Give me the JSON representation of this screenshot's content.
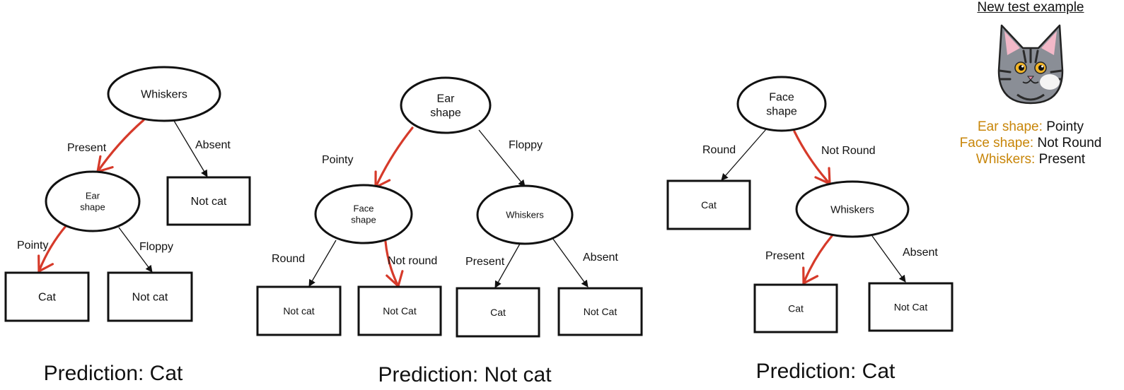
{
  "trees": [
    {
      "nodes": [
        {
          "id": "root",
          "label": [
            "Whiskers"
          ]
        },
        {
          "id": "n2",
          "label": [
            "Ear",
            "shape"
          ]
        },
        {
          "id": "leaf1",
          "label": [
            "Not cat"
          ]
        },
        {
          "id": "leaf2",
          "label": [
            "Cat"
          ]
        },
        {
          "id": "leaf3",
          "label": [
            "Not cat"
          ]
        }
      ],
      "edges": [
        {
          "from": "root",
          "to": "n2",
          "label": "Present",
          "path": true
        },
        {
          "from": "root",
          "to": "leaf1",
          "label": "Absent",
          "path": false
        },
        {
          "from": "n2",
          "to": "leaf2",
          "label": "Pointy",
          "path": true
        },
        {
          "from": "n2",
          "to": "leaf3",
          "label": "Floppy",
          "path": false
        }
      ],
      "prediction": "Prediction: Cat"
    },
    {
      "nodes": [
        {
          "id": "root",
          "label": [
            "Ear",
            "shape"
          ]
        },
        {
          "id": "n2",
          "label": [
            "Face",
            "shape"
          ]
        },
        {
          "id": "n3",
          "label": [
            "Whiskers"
          ]
        },
        {
          "id": "leaf1",
          "label": [
            "Not cat"
          ]
        },
        {
          "id": "leaf2",
          "label": [
            "Not Cat"
          ]
        },
        {
          "id": "leaf3",
          "label": [
            "Cat"
          ]
        },
        {
          "id": "leaf4",
          "label": [
            "Not Cat"
          ]
        }
      ],
      "edges": [
        {
          "from": "root",
          "to": "n2",
          "label": "Pointy",
          "path": true
        },
        {
          "from": "root",
          "to": "n3",
          "label": "Floppy",
          "path": false
        },
        {
          "from": "n2",
          "to": "leaf1",
          "label": "Round",
          "path": false
        },
        {
          "from": "n2",
          "to": "leaf2",
          "label": "Not round",
          "path": true
        },
        {
          "from": "n3",
          "to": "leaf3",
          "label": "Present",
          "path": false
        },
        {
          "from": "n3",
          "to": "leaf4",
          "label": "Absent",
          "path": false
        }
      ],
      "prediction": "Prediction: Not cat"
    },
    {
      "nodes": [
        {
          "id": "root",
          "label": [
            "Face",
            "shape"
          ]
        },
        {
          "id": "leaf1",
          "label": [
            "Cat"
          ]
        },
        {
          "id": "n2",
          "label": [
            "Whiskers"
          ]
        },
        {
          "id": "leaf2",
          "label": [
            "Cat"
          ]
        },
        {
          "id": "leaf3",
          "label": [
            "Not Cat"
          ]
        }
      ],
      "edges": [
        {
          "from": "root",
          "to": "leaf1",
          "label": "Round",
          "path": false
        },
        {
          "from": "root",
          "to": "n2",
          "label": "Not Round",
          "path": true
        },
        {
          "from": "n2",
          "to": "leaf2",
          "label": "Present",
          "path": true
        },
        {
          "from": "n2",
          "to": "leaf3",
          "label": "Absent",
          "path": false
        }
      ],
      "prediction": "Prediction: Cat"
    }
  ],
  "example": {
    "title": "New test example",
    "image_icon": "cat-face-icon",
    "features": [
      {
        "name": "Ear shape:",
        "value": "Pointy"
      },
      {
        "name": "Face shape:",
        "value": "Not Round"
      },
      {
        "name": "Whiskers:",
        "value": "Present"
      }
    ]
  },
  "colors": {
    "path_arrow": "#d63a2a",
    "feature_name": "#c8860a",
    "line": "#111111"
  }
}
